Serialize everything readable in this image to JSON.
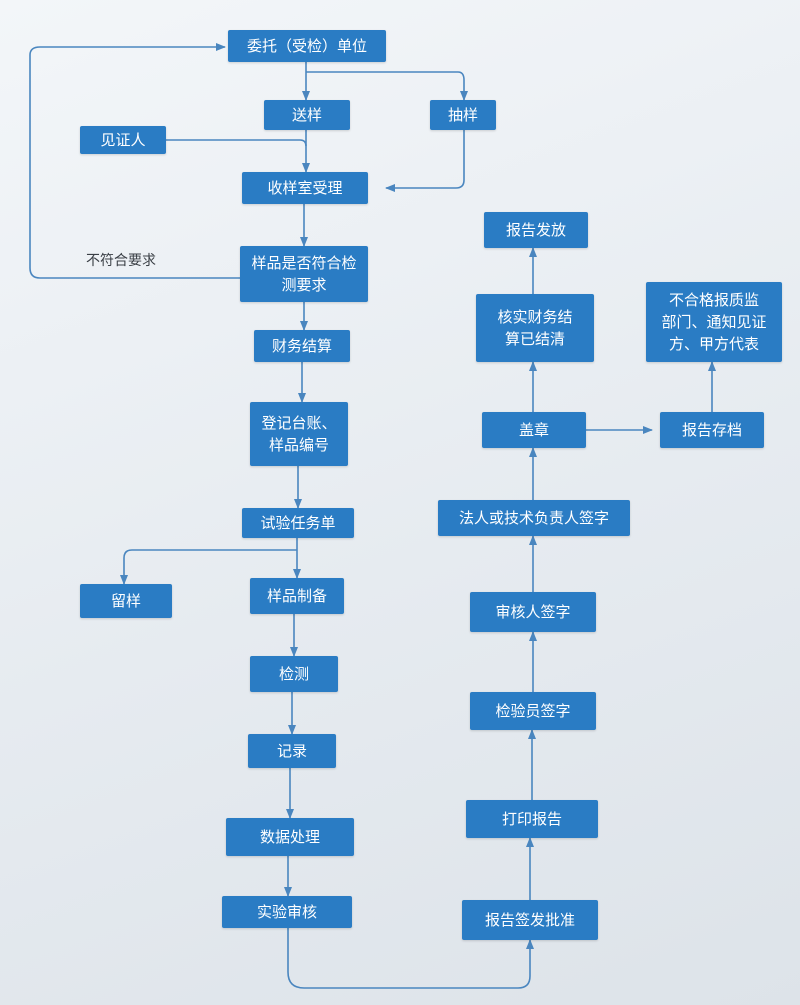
{
  "nodes": {
    "entrust": "委托（受检）单位",
    "send_sample": "送样",
    "draw_sample": "抽样",
    "witness": "见证人",
    "receive": "收样室受理",
    "check_requirements": "样品是否符合检\n测要求",
    "finance_settle": "财务结算",
    "register": "登记台账、\n样品编号",
    "task_sheet": "试验任务单",
    "retain": "留样",
    "preparation": "样品制备",
    "testing": "检测",
    "record": "记录",
    "data_processing": "数据处理",
    "lab_review": "实验审核",
    "report_approve": "报告签发批准",
    "print_report": "打印报告",
    "inspector_sign": "检验员签字",
    "reviewer_sign": "审核人签字",
    "legal_sign": "法人或技术负责人签字",
    "seal": "盖章",
    "verify_finance": "核实财务结\n算已结清",
    "report_issue": "报告发放",
    "archive": "报告存档",
    "notify": "不合格报质监\n部门、通知见证\n方、甲方代表"
  },
  "labels": {
    "not_meet": "不符合要求"
  },
  "colors": {
    "box": "#2a7cc4",
    "line": "#4a86bf",
    "text": "#ffffff"
  }
}
